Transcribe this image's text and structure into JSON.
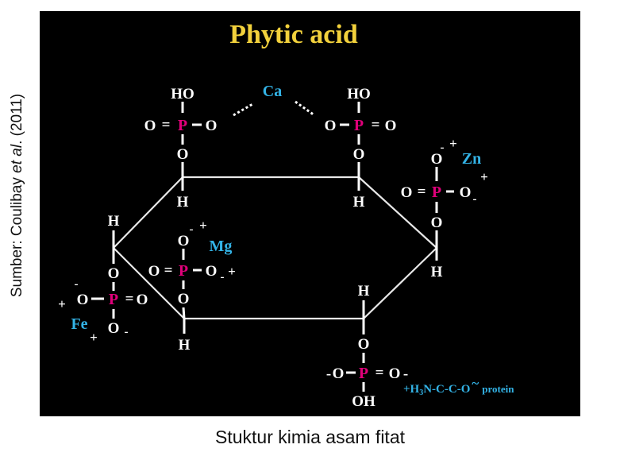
{
  "figure": {
    "title": "Phytic acid",
    "source_prefix": "Sumber: Coulibay ",
    "source_italic": "et al",
    "source_suffix": ". (2011)",
    "caption": "Stuktur kimia asam fitat"
  },
  "labels": {
    "ca": "Ca",
    "zn": "Zn",
    "mg": "Mg",
    "fe": "Fe",
    "ho": "HO",
    "oh": "OH",
    "o": "O",
    "p": "P",
    "h": "H",
    "eq": "=",
    "dash": "-",
    "minus": "-",
    "plus": "+",
    "tilde": "~",
    "protein_amine": "+H",
    "protein_sub": "3",
    "protein_chain": "N-C-C-O",
    "protein": "protein"
  },
  "colors": {
    "background": "#000000",
    "bond": "#ffffff",
    "phosphorus": "#e0007a",
    "cation": "#33b3e6",
    "title": "#f2d13c"
  }
}
